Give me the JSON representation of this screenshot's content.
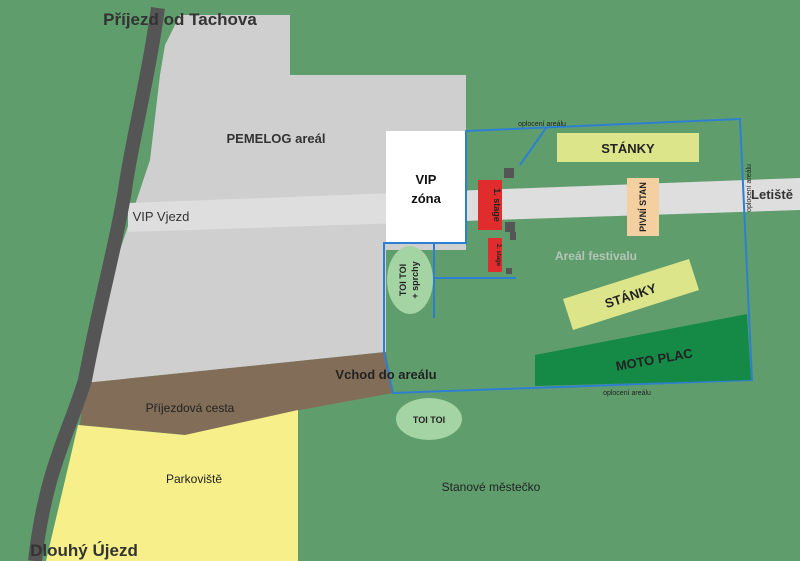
{
  "labels": {
    "north_road": "Příjezd od Tachova",
    "south_road": "Dlouhý Újezd",
    "pemelog": "PEMELOG areál",
    "vip_entry": "VIP Vjezd",
    "vip_zone_line1": "VIP",
    "vip_zone_line2": "zóna",
    "airport": "Letiště",
    "fence_top": "oplocení areálu",
    "fence_bottom": "oplocení areálu",
    "fence_right": "oplocení areálu",
    "stage1": "1. stage",
    "stage2": "2. stage",
    "festival_area": "Areál festivalu",
    "stands_top": "STÁNKY",
    "stands_mid": "STÁNKY",
    "beer_tent": "PIVNÍ STAN",
    "moto_camp": "MOTO PLAC",
    "toilets_showers_line1": "TOI TOI",
    "toilets_showers_line2": "+ sprchy",
    "entrance": "Vchod do areálu",
    "access_road": "Příjezdová cesta",
    "parking": "Parkoviště",
    "toilets": "TOI TOI",
    "tent_town": "Stanové městečko"
  },
  "colors": {
    "grass": "#5f9e6c",
    "road": "#555555",
    "lot": "#cfcfcf",
    "path": "#dedede",
    "dirt": "#826e58",
    "parking": "#f7f08a",
    "stands": "#dde58a",
    "beer": "#f4cfa0",
    "moto": "#158a46",
    "stage": "#e02c2c",
    "fence": "#2f7fd1",
    "toilet": "#a4d3a4"
  }
}
